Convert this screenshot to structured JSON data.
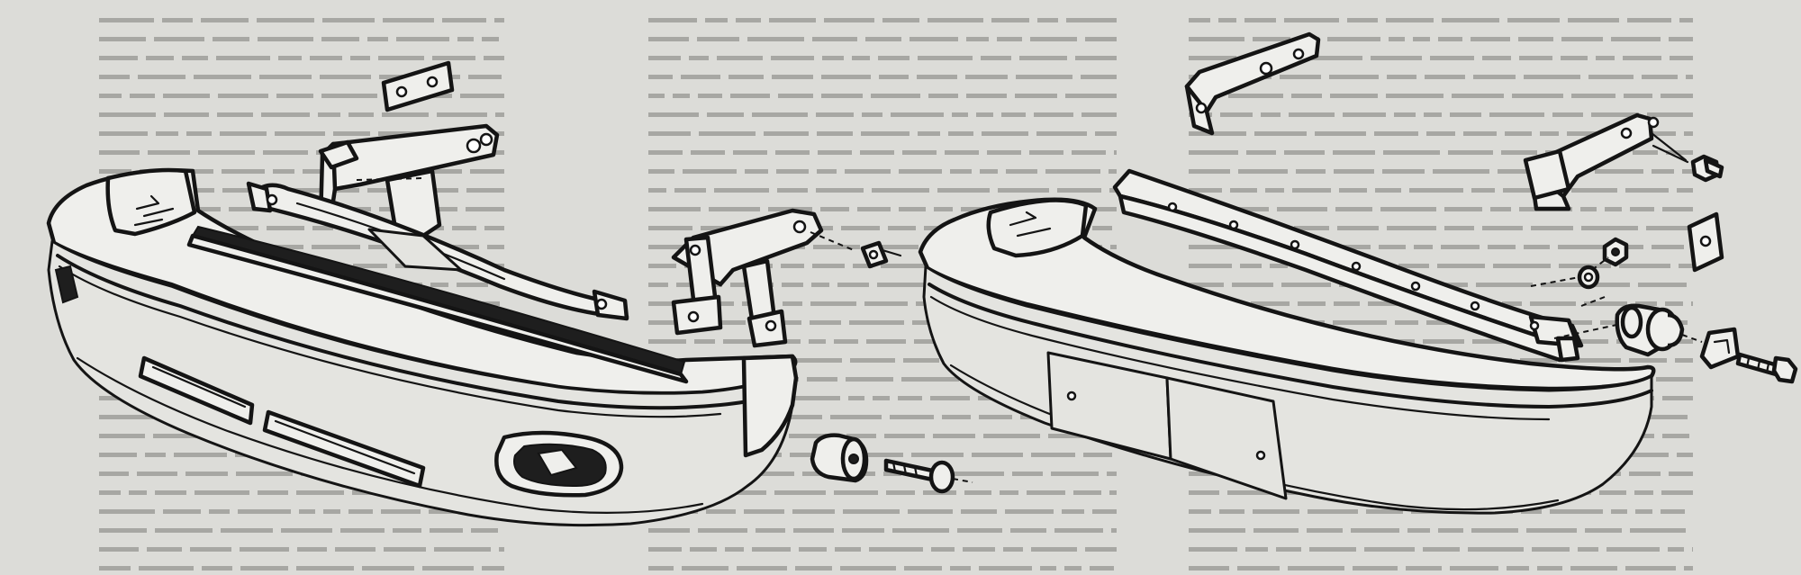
{
  "diagram": {
    "kind": "exploded-assembly-drawing",
    "assemblies": [
      {
        "id": "front-bumper",
        "parts": [
          "bumper-shell",
          "reinforcement-beam",
          "rubber-strip",
          "mounting-bracket-center",
          "mounting-bracket-right",
          "bracket-plate-small",
          "bolt",
          "rubber-buffer",
          "long-bolt"
        ]
      },
      {
        "id": "rear-bumper",
        "parts": [
          "bumper-shell",
          "reinforcement-beam",
          "license-plate-recess",
          "bracket-top",
          "bracket-right",
          "bracket-plate",
          "washer",
          "nut",
          "rubber-buffer",
          "clip",
          "bolt",
          "bolt-top"
        ]
      }
    ]
  },
  "colors": {
    "paper": "#dcdcd8",
    "ink": "#141414",
    "part_fill": "#efefec"
  }
}
